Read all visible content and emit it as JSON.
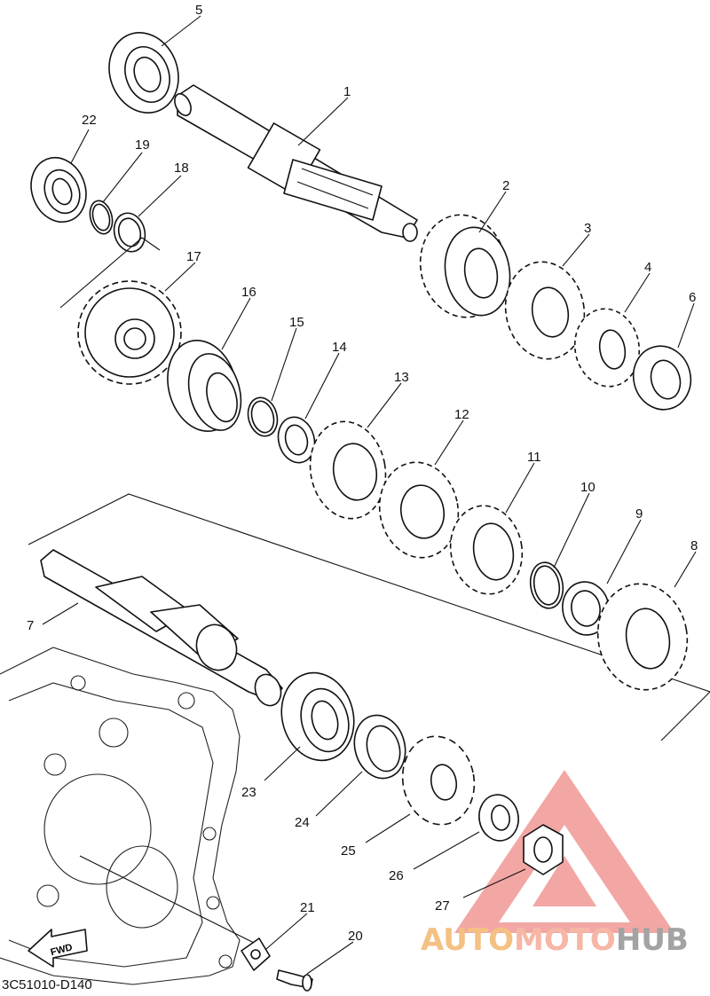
{
  "diagram": {
    "code": "3C51010-D140",
    "fwd_label": "FWD",
    "callouts": [
      "1",
      "2",
      "3",
      "4",
      "5",
      "6",
      "7",
      "8",
      "9",
      "10",
      "11",
      "12",
      "13",
      "14",
      "15",
      "16",
      "17",
      "18",
      "19",
      "20",
      "21",
      "22",
      "23",
      "24",
      "25",
      "26",
      "27"
    ]
  },
  "watermark": {
    "part1": "AUTO",
    "part2": "MOTO",
    "part3": "HUB",
    "colors": [
      "#f4c183",
      "#f6b7a6",
      "#a3a3a3"
    ],
    "logo_color": "#ee8a86"
  }
}
